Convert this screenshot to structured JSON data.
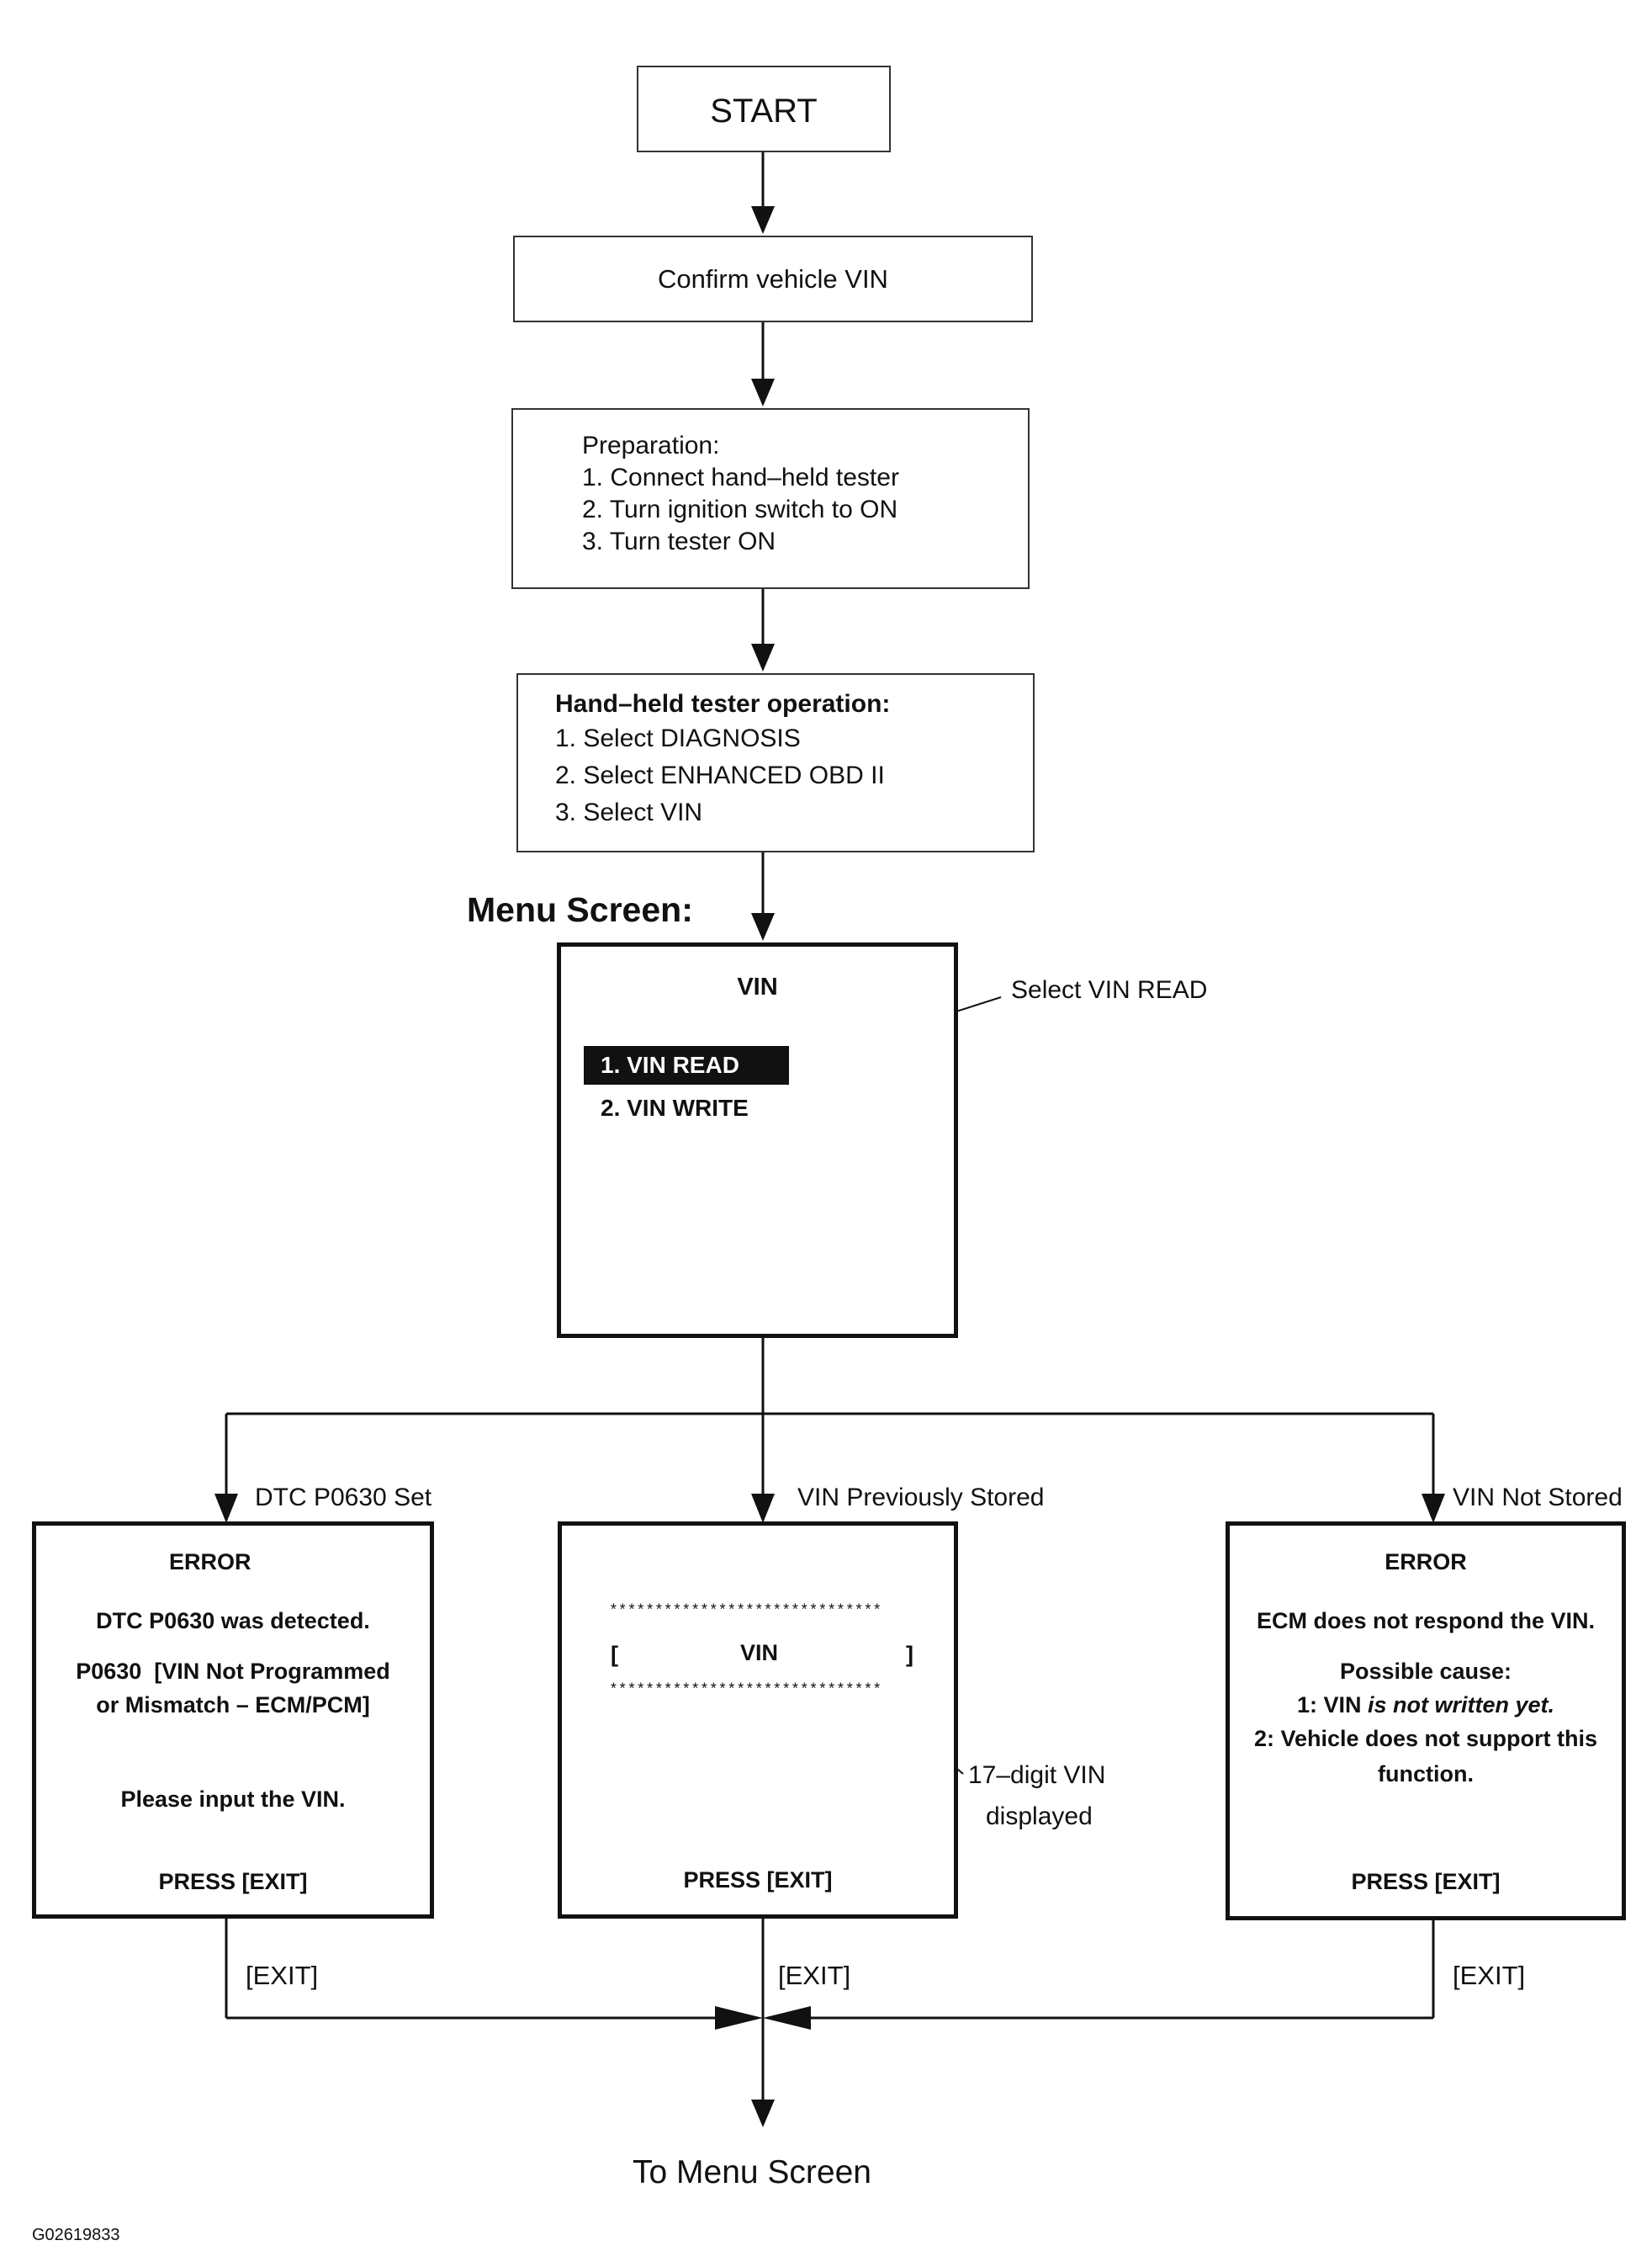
{
  "start": "START",
  "confirm": "Confirm vehicle VIN",
  "preparation": {
    "title": "Preparation:",
    "steps": [
      "1. Connect hand–held tester",
      "2. Turn ignition switch to ON",
      "3. Turn tester ON"
    ]
  },
  "tester_operation": {
    "title": "Hand–held tester operation:",
    "steps": [
      "1. Select DIAGNOSIS",
      "2. Select ENHANCED OBD II",
      "3. Select VIN"
    ]
  },
  "menu_screen": {
    "caption": "Menu Screen:",
    "title": "VIN",
    "items": [
      "1. VIN READ",
      "2. VIN WRITE"
    ],
    "callout": "Select VIN READ"
  },
  "branches": {
    "left": {
      "condition": "DTC P0630 Set",
      "title": "ERROR",
      "line1": "DTC P0630 was detected.",
      "line2": "P0630  [VIN Not Programmed",
      "line3": "or Mismatch – ECM/PCM]",
      "line4": "Please input the VIN.",
      "press": "PRESS [EXIT]",
      "exit": "[EXIT]"
    },
    "center": {
      "condition": "VIN Previously Stored",
      "stars": "******************************",
      "bracket_left": "[",
      "vin": "VIN",
      "bracket_right": "]",
      "press": "PRESS [EXIT]",
      "exit": "[EXIT]",
      "callout_line1": "17–digit VIN",
      "callout_line2": "displayed"
    },
    "right": {
      "condition": "VIN Not Stored",
      "title": "ERROR",
      "line1": "ECM does not respond the VIN.",
      "line2": "Possible cause:",
      "line3a": "1: VIN ",
      "line3b": "is not written yet.",
      "line4": "2: Vehicle does not support this",
      "line5": "function.",
      "press": "PRESS [EXIT]",
      "exit": "[EXIT]"
    }
  },
  "end": "To Menu Screen",
  "figure_id": "G02619833"
}
